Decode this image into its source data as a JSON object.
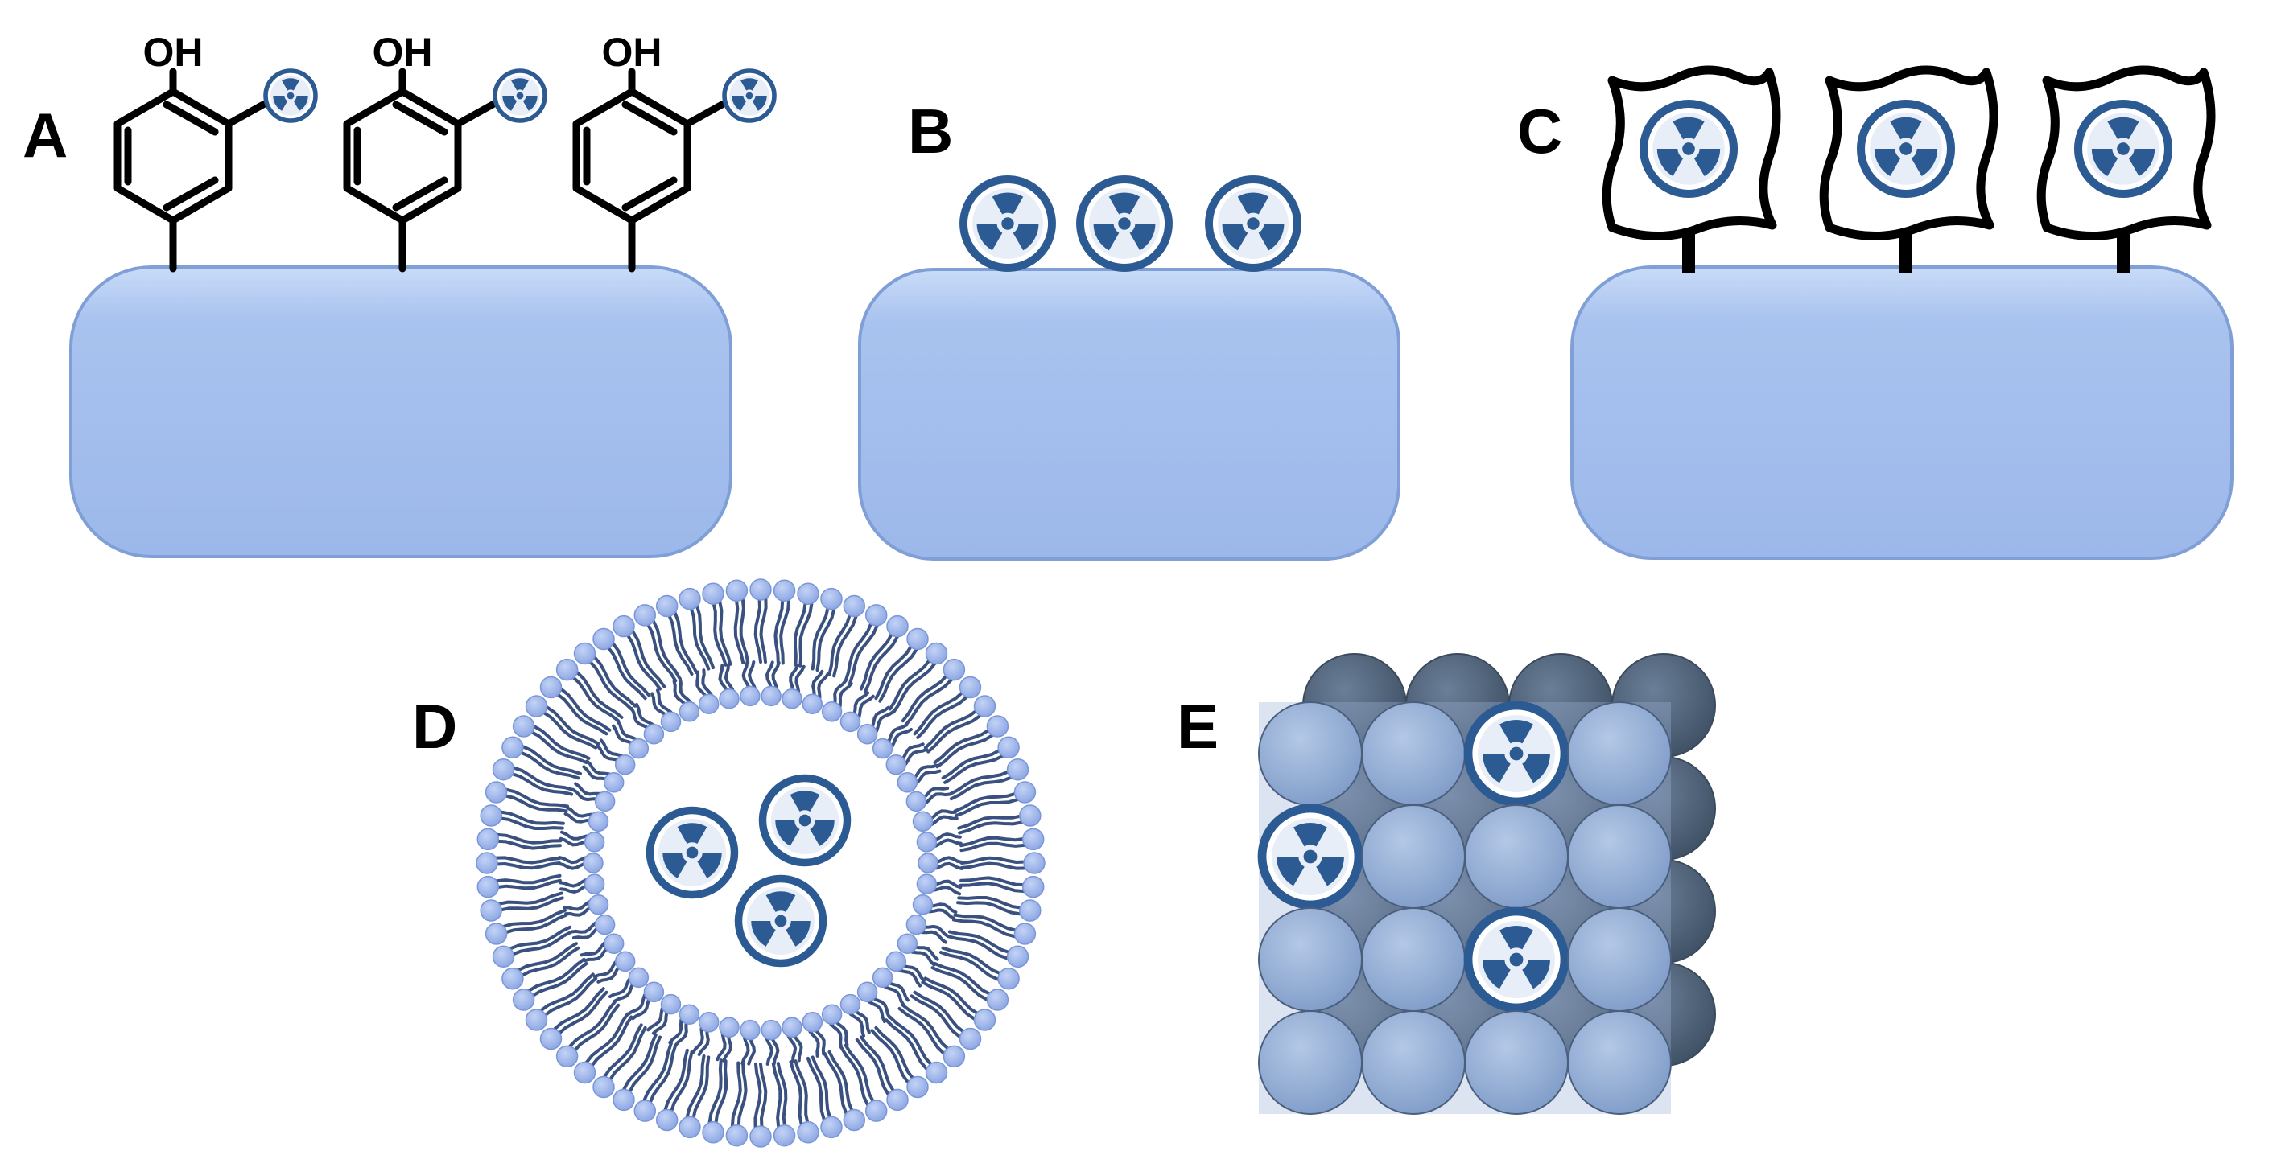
{
  "panels": {
    "a": {
      "label": "A",
      "group_label": "OH",
      "group_count": 3
    },
    "b": {
      "label": "B",
      "isotope_count": 3
    },
    "c": {
      "label": "C",
      "chelator_count": 3
    },
    "d": {
      "label": "D",
      "encapsulated_count": 3
    },
    "e": {
      "label": "E",
      "lattice_rows": 4,
      "lattice_cols": 4,
      "doped_sites": 3
    }
  },
  "colors": {
    "carrier": "#a3bfee",
    "carrier_edge": "#7f9fd6",
    "isotope_ring": "#2c5a93",
    "isotope_fill": "#eef2f8",
    "lipid_head": "#9cb4ea",
    "lipid_tail": "#3a5180",
    "lattice_front": "#8fa9d2",
    "lattice_back": "#4f6279",
    "ink": "#000000"
  },
  "icons": {
    "isotope": "radiation-trefoil-icon"
  }
}
